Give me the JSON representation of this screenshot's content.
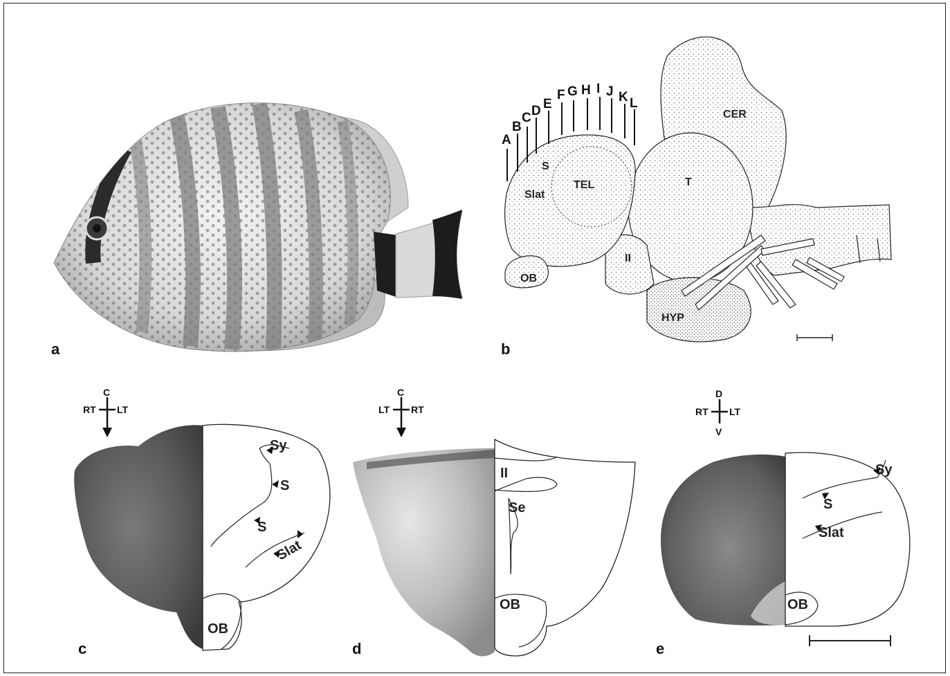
{
  "panels": {
    "a": {
      "letter": "a"
    },
    "b": {
      "letter": "b",
      "section_lines": [
        "A",
        "B",
        "C",
        "D",
        "E",
        "F",
        "G",
        "H",
        "I",
        "J",
        "K",
        "L"
      ],
      "labels": {
        "cer": "CER",
        "t": "T",
        "tel": "TEL",
        "s": "S",
        "slat": "Slat",
        "ob": "OB",
        "ii": "II",
        "hyp": "HYP"
      }
    },
    "c": {
      "letter": "c",
      "orientation": {
        "top": "C",
        "left": "RT",
        "right": "LT"
      },
      "labels": {
        "sy": "Sy",
        "s1": "S",
        "s2": "S",
        "slat": "Slat",
        "ob": "OB"
      }
    },
    "d": {
      "letter": "d",
      "orientation": {
        "top": "C",
        "left": "LT",
        "right": "RT"
      },
      "labels": {
        "ii": "II",
        "se": "Se",
        "ob": "OB"
      }
    },
    "e": {
      "letter": "e",
      "orientation": {
        "top": "D",
        "bottom": "V",
        "left": "RT",
        "right": "LT"
      },
      "labels": {
        "sy": "Sy",
        "s": "S",
        "slat": "Slat",
        "ob": "OB"
      }
    }
  },
  "colors": {
    "border": "#222222",
    "ink": "#111111"
  }
}
